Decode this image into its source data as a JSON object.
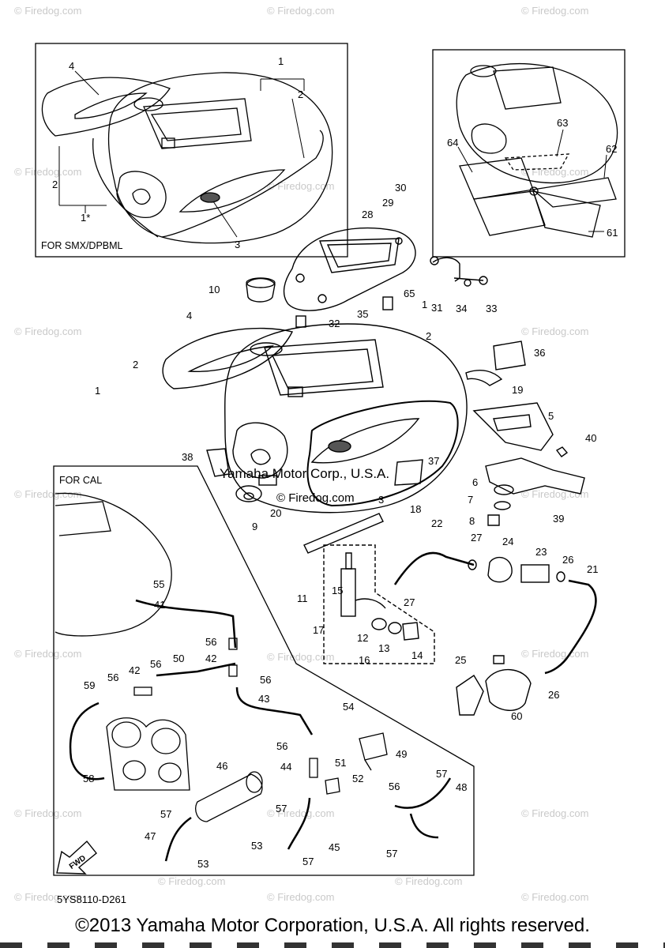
{
  "watermarks": [
    "© Firedog.com",
    "© Firedog.com",
    "© Firedog.com",
    "© Firedog.com",
    "© Firedog.com",
    "© Firedog.com",
    "© Firedog.com",
    "© Firedog.com",
    "© Firedog.com",
    "© Firedog.com",
    "© Firedog.com",
    "© Firedog.com",
    "© Firedog.com",
    "© Firedog.com",
    "© Firedog.com",
    "© Firedog.com",
    "© Firedog.com",
    "© Firedog.com",
    "© Firedog.com",
    "© Firedog.com",
    "© Firedog.com"
  ],
  "insets": {
    "smx_label": "FOR SMX/DPBML",
    "cal_label": "FOR CAL"
  },
  "center_watermark": "Yamaha Motor Corp., U.S.A.",
  "center_watermark2": "© Firedog.com",
  "callouts": [
    "4",
    "1",
    "2",
    "2",
    "1*",
    "3",
    "64",
    "63",
    "62",
    "61",
    "30",
    "29",
    "28",
    "10",
    "31",
    "34",
    "33",
    "65",
    "1",
    "2",
    "32",
    "35",
    "4",
    "2",
    "1",
    "36",
    "19",
    "5",
    "40",
    "38",
    "37",
    "6",
    "7",
    "8",
    "39",
    "9",
    "20",
    "3",
    "18",
    "22",
    "27",
    "24",
    "23",
    "26",
    "21",
    "11",
    "15",
    "27",
    "17",
    "12",
    "13",
    "14",
    "16",
    "25",
    "60",
    "26",
    "55",
    "41",
    "56",
    "42",
    "56",
    "50",
    "56",
    "42",
    "59",
    "56",
    "43",
    "54",
    "49",
    "56",
    "44",
    "51",
    "52",
    "57",
    "48",
    "56",
    "46",
    "58",
    "57",
    "57",
    "57",
    "47",
    "53",
    "53",
    "45",
    "57"
  ],
  "fwd_label": "FWD",
  "part_code": "5YS8110-D261",
  "copyright": "©2013 Yamaha Motor Corporation, U.S.A. All rights reserved."
}
